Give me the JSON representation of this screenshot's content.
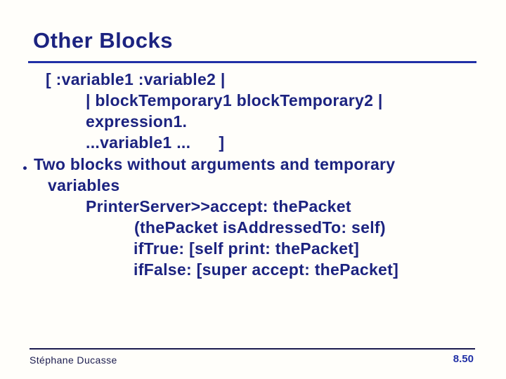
{
  "title": "Other Blocks",
  "code1": [
    "[ :variable1 :variable2 |",
    "| blockTemporary1 blockTemporary2 |",
    "expression1.",
    "...variable1 ...      ]"
  ],
  "bullet": {
    "line1": "Two blocks without arguments and temporary",
    "line2": "variables"
  },
  "code2": [
    "PrinterServer>>accept: thePacket",
    "(thePacket isAddressedTo: self)",
    "ifTrue: [self print: thePacket]",
    "ifFalse: [super accept: thePacket]"
  ],
  "footer": {
    "author": "Stéphane Ducasse",
    "page_number": "8.50"
  },
  "colors": {
    "background": "#fffefa",
    "text": "#1c2380",
    "rule": "#2130a6",
    "footer_text": "#1b1b4e"
  }
}
